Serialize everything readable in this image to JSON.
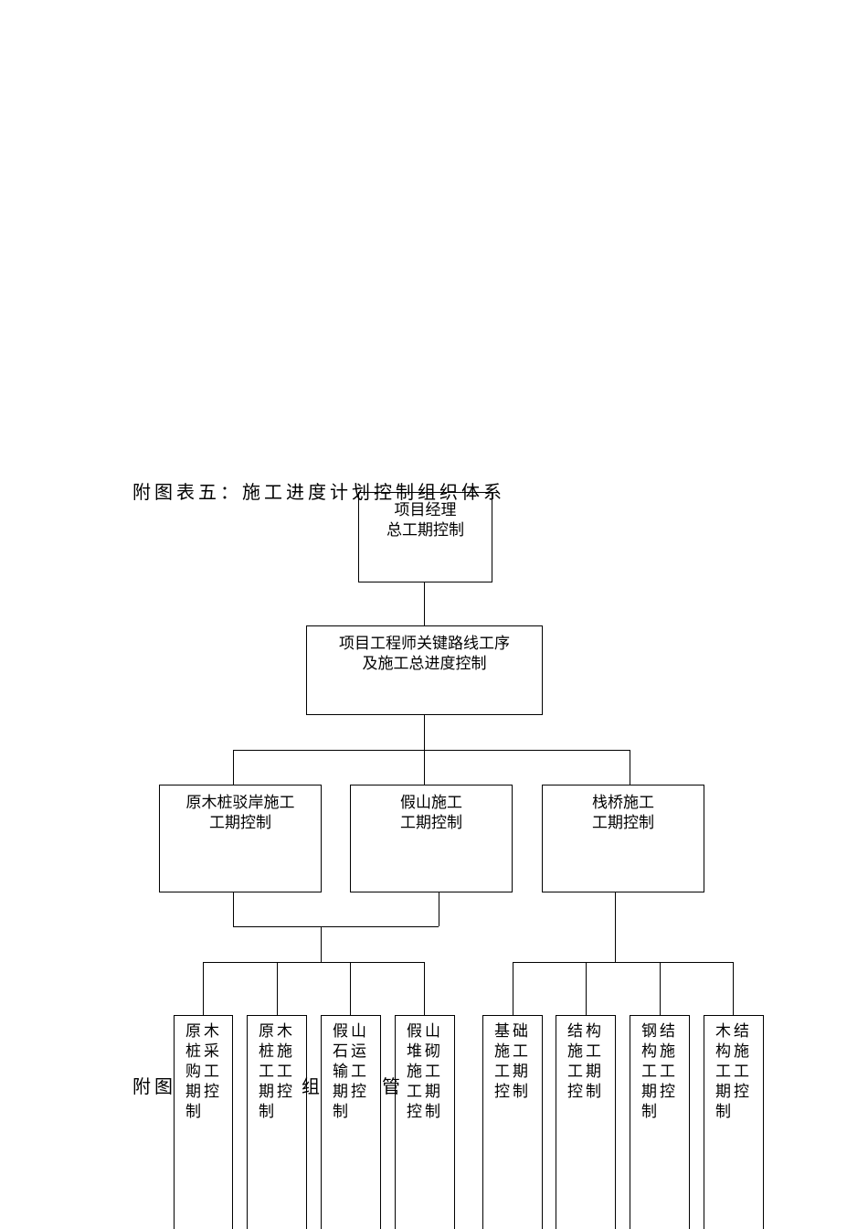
{
  "title": "附图表五：施工进度计划控制组织体系",
  "behind_text": {
    "part1": "附图",
    "part2": "组",
    "part3": "管"
  },
  "nodes": {
    "pm": {
      "line1": "项目经理",
      "line2": "总工期控制"
    },
    "engineer": {
      "line1": "项目工程师关键路线工序",
      "line2": "及施工总进度控制"
    },
    "mid": [
      {
        "line1": "原木桩驳岸施工",
        "line2": "工期控制"
      },
      {
        "line1": "假山施工",
        "line2": "工期控制"
      },
      {
        "line1": "栈桥施工",
        "line2": "工期控制"
      }
    ],
    "leaves": [
      "原木桩采购工期控制",
      "原木桩施工工期控制",
      "假山石运输工期控制",
      "假山堆砌施工工期控制",
      "基础施工工期控制",
      "结构施工工期控制",
      "钢结构施工工期控制",
      "木结构施工工期控制"
    ]
  }
}
